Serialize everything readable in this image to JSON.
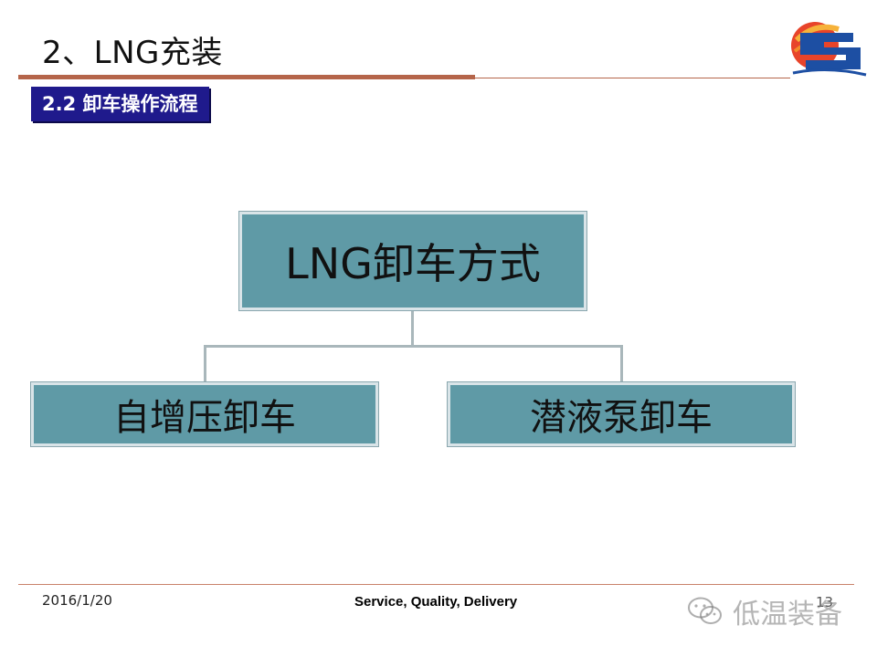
{
  "slide": {
    "title": "2、LNG充装",
    "section_label": "2.2 卸车操作流程"
  },
  "diagram": {
    "root": "LNG卸车方式",
    "children": [
      "自增压卸车",
      "潜液泵卸车"
    ]
  },
  "footer": {
    "date": "2016/1/20",
    "center": "Service, Quality, Delivery",
    "page": "13"
  },
  "watermark": {
    "text": "低温装备",
    "icon": "wechat-icon"
  },
  "colors": {
    "box_fill": "#5f9aa6",
    "section_label_bg": "#1f1a8c",
    "title_rule": "#b5654a"
  }
}
